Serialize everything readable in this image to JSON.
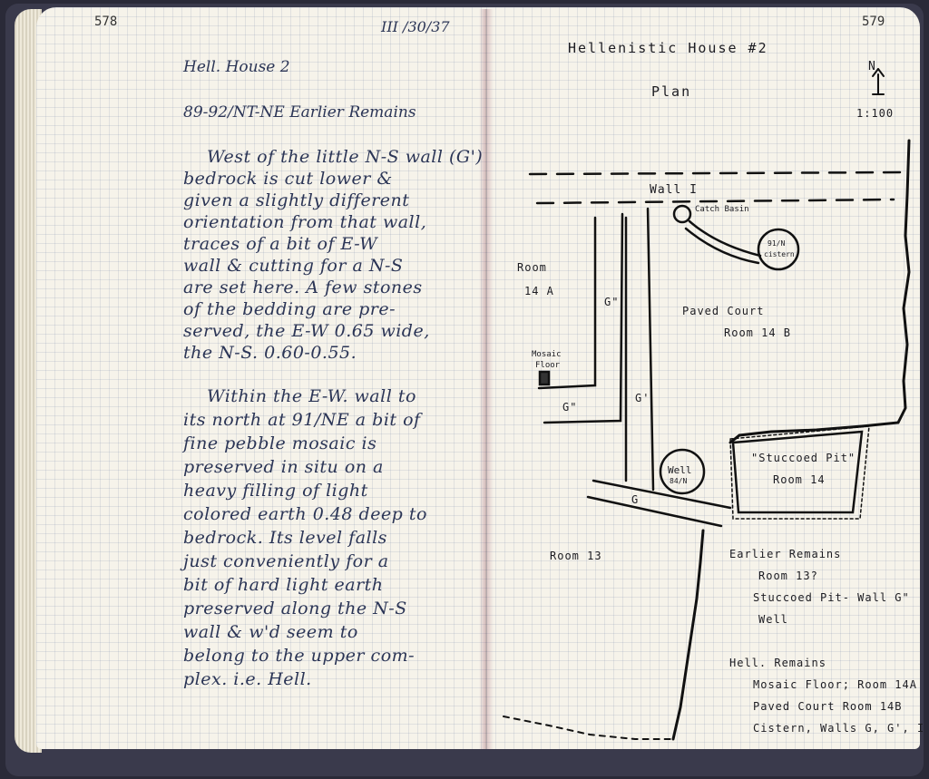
{
  "left_page": {
    "page_number": "578",
    "date": "III /30/37",
    "heading": "Hell. House 2",
    "subheading": "89-92/NT-NE  Earlier Remains",
    "paragraph1": [
      "West of the little N-S wall (G')",
      "bedrock is cut lower &",
      "given a slightly different",
      "orientation from that wall,",
      "traces of a bit of E-W",
      "wall & cutting for a N-S",
      "are set here. A few stones",
      "of the bedding are pre-",
      "served, the E-W 0.65 wide,",
      "the N-S. 0.60-0.55."
    ],
    "paragraph2": [
      "Within the E-W. wall to",
      "its north at 91/NE a bit of",
      "fine pebble mosaic is",
      "preserved in situ on a",
      "heavy filling of light",
      "colored earth 0.48 deep to",
      "bedrock. Its level falls",
      "just conveniently for a",
      "bit of hard light earth",
      "preserved along the N-S",
      "wall & w'd seem to",
      "belong to the upper com-",
      "plex. i.e. Hell."
    ]
  },
  "right_page": {
    "page_number": "579",
    "title": "Hellenistic House #2",
    "subtitle": "Plan",
    "north_label": "N",
    "scale": "1:100",
    "labels": {
      "wall_i": "Wall  I",
      "catch_basin": "Catch Basin",
      "cistern_num": "91/N",
      "cistern": "cistern",
      "room_14a_a": "Room",
      "room_14a_b": "14 A",
      "paved_court": "Paved  Court",
      "room_14b": "Room 14 B",
      "g_wall_left": "G\"",
      "g_wall_upper": "G\"",
      "g_prime": "G'",
      "g_lower": "G",
      "mosaic_a": "Mosaic",
      "mosaic_b": "Floor",
      "well": "Well",
      "well_num": "84/N",
      "stuccoed_pit": "\"Stuccoed Pit\"",
      "room_14": "Room 14",
      "room_13": "Room 13"
    },
    "legend": {
      "earlier_heading": "Earlier  Remains",
      "earlier_items": [
        "Room 13?",
        "Stuccoed Pit- Wall G\"",
        "Well"
      ],
      "hell_heading": "Hell.  Remains",
      "hell_items": [
        "Mosaic Floor; Room 14A",
        "Paved Court  Room 14B",
        "Cistern, Walls G, G', I"
      ]
    }
  }
}
